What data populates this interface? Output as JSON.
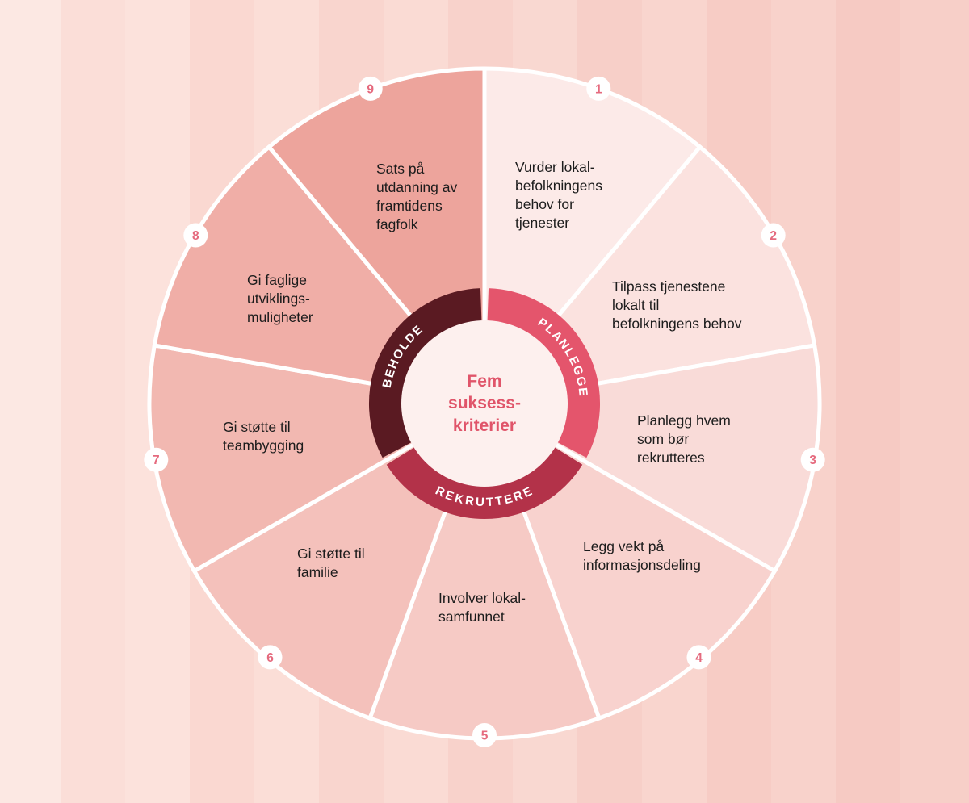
{
  "wheel": {
    "center": {
      "label": "Fem\nsuksess-\nkriterier",
      "bg": "#fdf0ee",
      "text_color": "#e0556a"
    },
    "number_color": "#e56a7e",
    "ring": [
      {
        "label": "PLANLEGGE",
        "color": "#e4556c"
      },
      {
        "label": "REKRUTTERE",
        "color": "#b33249"
      },
      {
        "label": "BEHOLDE",
        "color": "#5a1a22"
      }
    ],
    "segments": [
      {
        "number": "1",
        "label": "Vurder lokal-\nbefolkningens\nbehov for\ntjenester",
        "color": "#fceae8"
      },
      {
        "number": "2",
        "label": "Tilpass tjenestene\nlokalt til\nbefolkningens behov",
        "color": "#fbe2df"
      },
      {
        "number": "3",
        "label": "Planlegg hvem\nsom bør\nrekrutteres",
        "color": "#f9dbd8"
      },
      {
        "number": "4",
        "label": "Legg vekt på\ninformasjonsdeling",
        "color": "#f8d2ce"
      },
      {
        "number": "5",
        "label": "Involver lokal-\nsamfunnet",
        "color": "#f6cac5"
      },
      {
        "number": "6",
        "label": "Gi støtte til\nfamilie",
        "color": "#f4c1bb"
      },
      {
        "number": "7",
        "label": "Gi støtte til\nteambygging",
        "color": "#f2b8b1"
      },
      {
        "number": "8",
        "label": "Gi faglige\nutviklings-\nmuligheter",
        "color": "#f0aea7"
      },
      {
        "number": "9",
        "label": "Sats på\nutdanning av\nframtidens\nfagfolk",
        "color": "#eda49c"
      }
    ]
  }
}
